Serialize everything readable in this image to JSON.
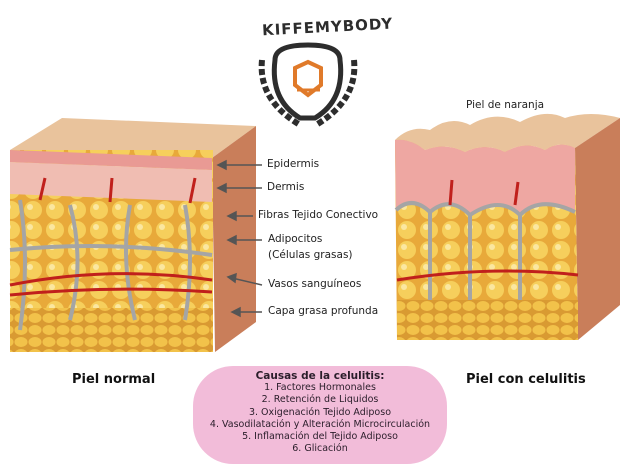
{
  "logo": {
    "text": "KIFFEMYBODY",
    "accent": "#e07a2a",
    "dark": "#2d2d2d"
  },
  "labels": {
    "epidermis": "Epidermis",
    "dermis": "Dermis",
    "fibras": "Fibras Tejido Conectivo",
    "adipocitos": "Adipocitos",
    "celulas": "(Células grasas)",
    "vasos": "Vasos sanguíneos",
    "capa": "Capa grasa profunda",
    "piel_naranja": "Piel de naranja"
  },
  "captions": {
    "normal": "Piel normal",
    "celulitis": "Piel con celulitis"
  },
  "causes": {
    "title": "Causas de la celulitis:",
    "items": [
      "1. Factores Hormonales",
      "2. Retención de Liquidos",
      "3. Oxigenación Tejido Adiposo",
      "4. Vasodilatación y Alteración Microcirculación",
      "5. Inflamación del Tejido Adiposo",
      "6. Glicación"
    ]
  },
  "colors": {
    "pill": "#f2bcd9",
    "fat": "#f2c24a",
    "dermis": "#eea7a2",
    "vessel": "#c0201c",
    "fiber": "#9a9a9a"
  }
}
